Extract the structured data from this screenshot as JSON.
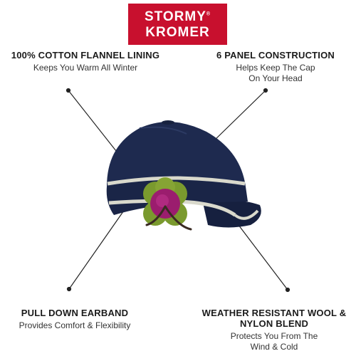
{
  "logo": {
    "line1": "STORMY",
    "line2": "KROMER",
    "mark": "®"
  },
  "callouts": [
    {
      "title": "100% COTTON FLANNEL LINING",
      "desc": "Keeps You Warm All Winter"
    },
    {
      "title": "6 PANEL CONSTRUCTION",
      "desc_lines": [
        "Helps Keep The Cap",
        "On Your Head"
      ]
    },
    {
      "title": "PULL DOWN EARBAND",
      "desc": "Provides Comfort & Flexibility"
    },
    {
      "title_lines": [
        "WEATHER RESISTANT WOOL &",
        "NYLON BLEND"
      ],
      "desc_lines": [
        "Protects You From The",
        "Wind & Cold"
      ]
    }
  ],
  "colors": {
    "brand": "#c8102e",
    "cap": "#1e2a4f",
    "trim": "#d9d9cc",
    "flower_outer": "#7a9a2e",
    "flower_inner": "#9b1d6e"
  }
}
